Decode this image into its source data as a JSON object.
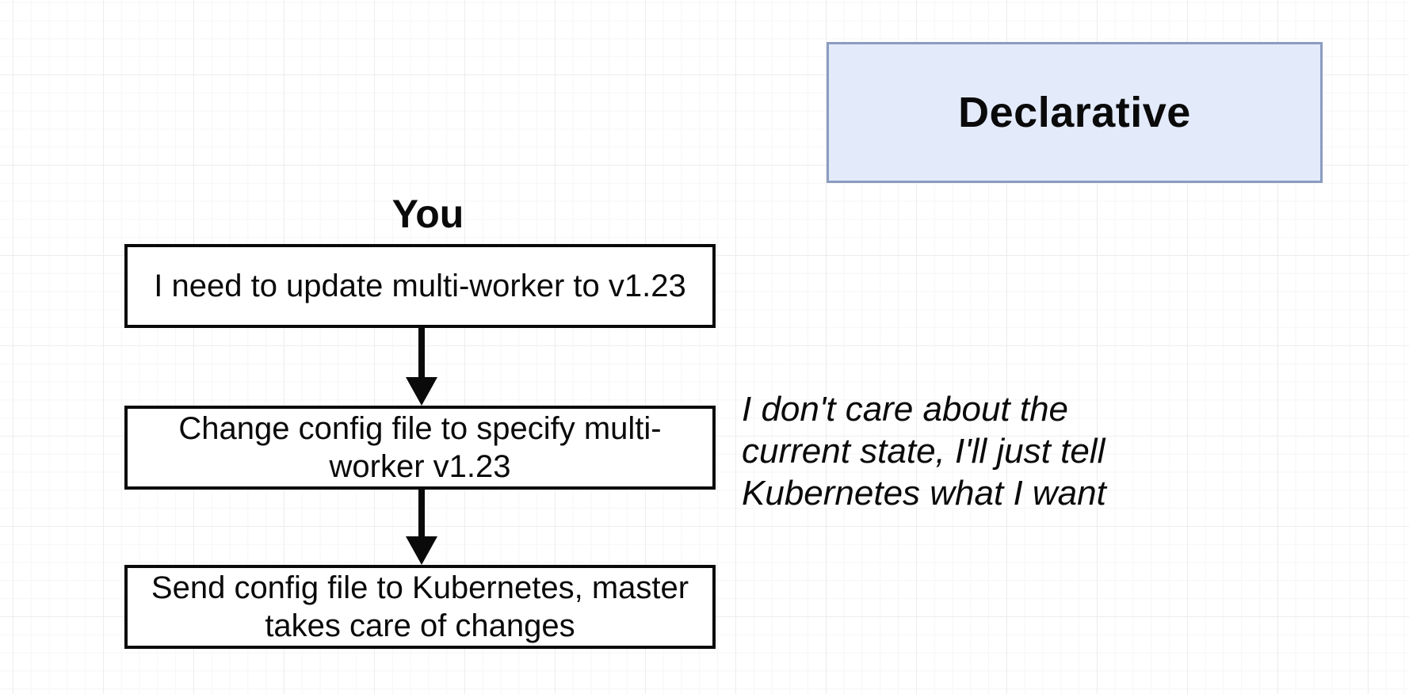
{
  "diagram": {
    "title": "Declarative",
    "actor": "You",
    "steps": [
      "I need to update multi-worker to v1.23",
      "Change config file to specify multi-worker v1.23",
      "Send config file to Kubernetes, master takes care of changes"
    ],
    "note": "I don't care about the\ncurrent state, I'll just tell\nKubernetes what I want"
  },
  "colors": {
    "title_fill": "#e3eafa",
    "title_border": "#8a9cc0",
    "stroke": "#0a0a0a"
  }
}
